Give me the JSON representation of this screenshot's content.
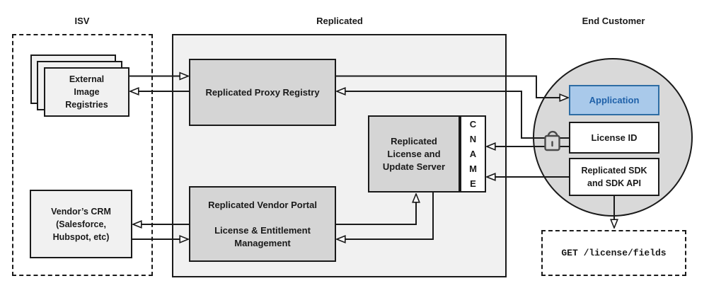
{
  "sections": {
    "isv": {
      "label": "ISV"
    },
    "replicated": {
      "label": "Replicated"
    },
    "end_customer": {
      "label": "End Customer"
    }
  },
  "nodes": {
    "external_image_registries": {
      "label": "External\nImage\nRegistries"
    },
    "vendors_crm": {
      "label": "Vendor’s CRM\n(Salesforce,\nHubspot, etc)"
    },
    "replicated_proxy_registry": {
      "label": "Replicated Proxy Registry"
    },
    "replicated_vendor_portal": {
      "label": "Replicated Vendor Portal\n\nLicense & Entitlement\nManagement"
    },
    "replicated_license_update_server": {
      "label": "Replicated\nLicense and\nUpdate Server"
    },
    "cname": {
      "label": "C\nN\nA\nM\nE"
    },
    "application": {
      "label": "Application"
    },
    "license_id": {
      "label": "License ID"
    },
    "replicated_sdk": {
      "label": "Replicated SDK\nand SDK API"
    },
    "get_license_fields": {
      "label": "GET /license/fields"
    }
  },
  "icons": {
    "padlock": "unlocked-padlock-icon"
  },
  "colors": {
    "line": "#1a1a1a",
    "region_fill": "#f1f1f1",
    "component_fill": "#d5d5d5",
    "customer_circle_fill": "#d9d9d9",
    "application_fill": "#a9c9ea",
    "application_border": "#2e6da4",
    "application_text": "#1f61a9",
    "padlock": "#4a4a4a"
  }
}
